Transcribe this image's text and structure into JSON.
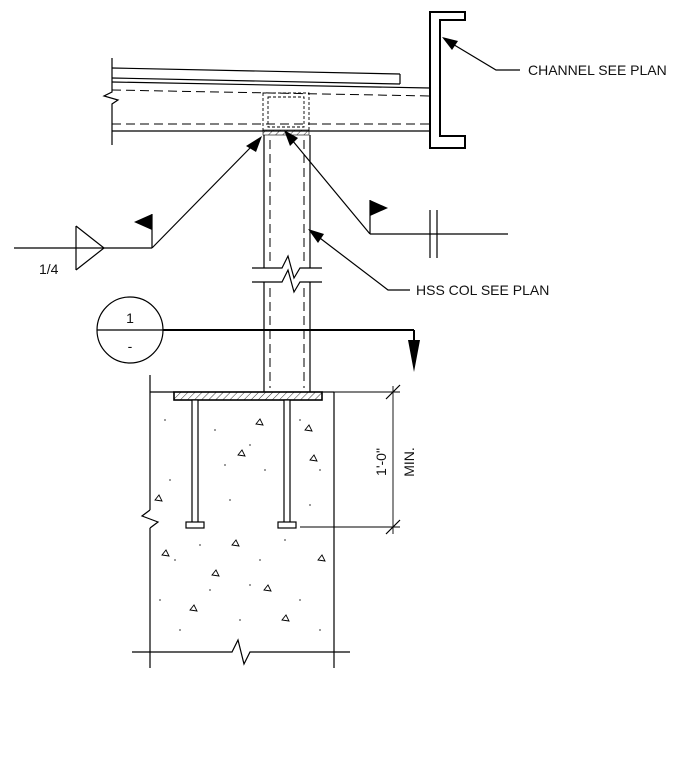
{
  "labels": {
    "channel": "CHANNEL SEE PLAN",
    "hss_col": "HSS COL SEE PLAN",
    "weld_size": "1/4",
    "section_number": "1",
    "section_sheet": "-",
    "dimension": "1'-0\"",
    "dimension_note": "MIN."
  }
}
